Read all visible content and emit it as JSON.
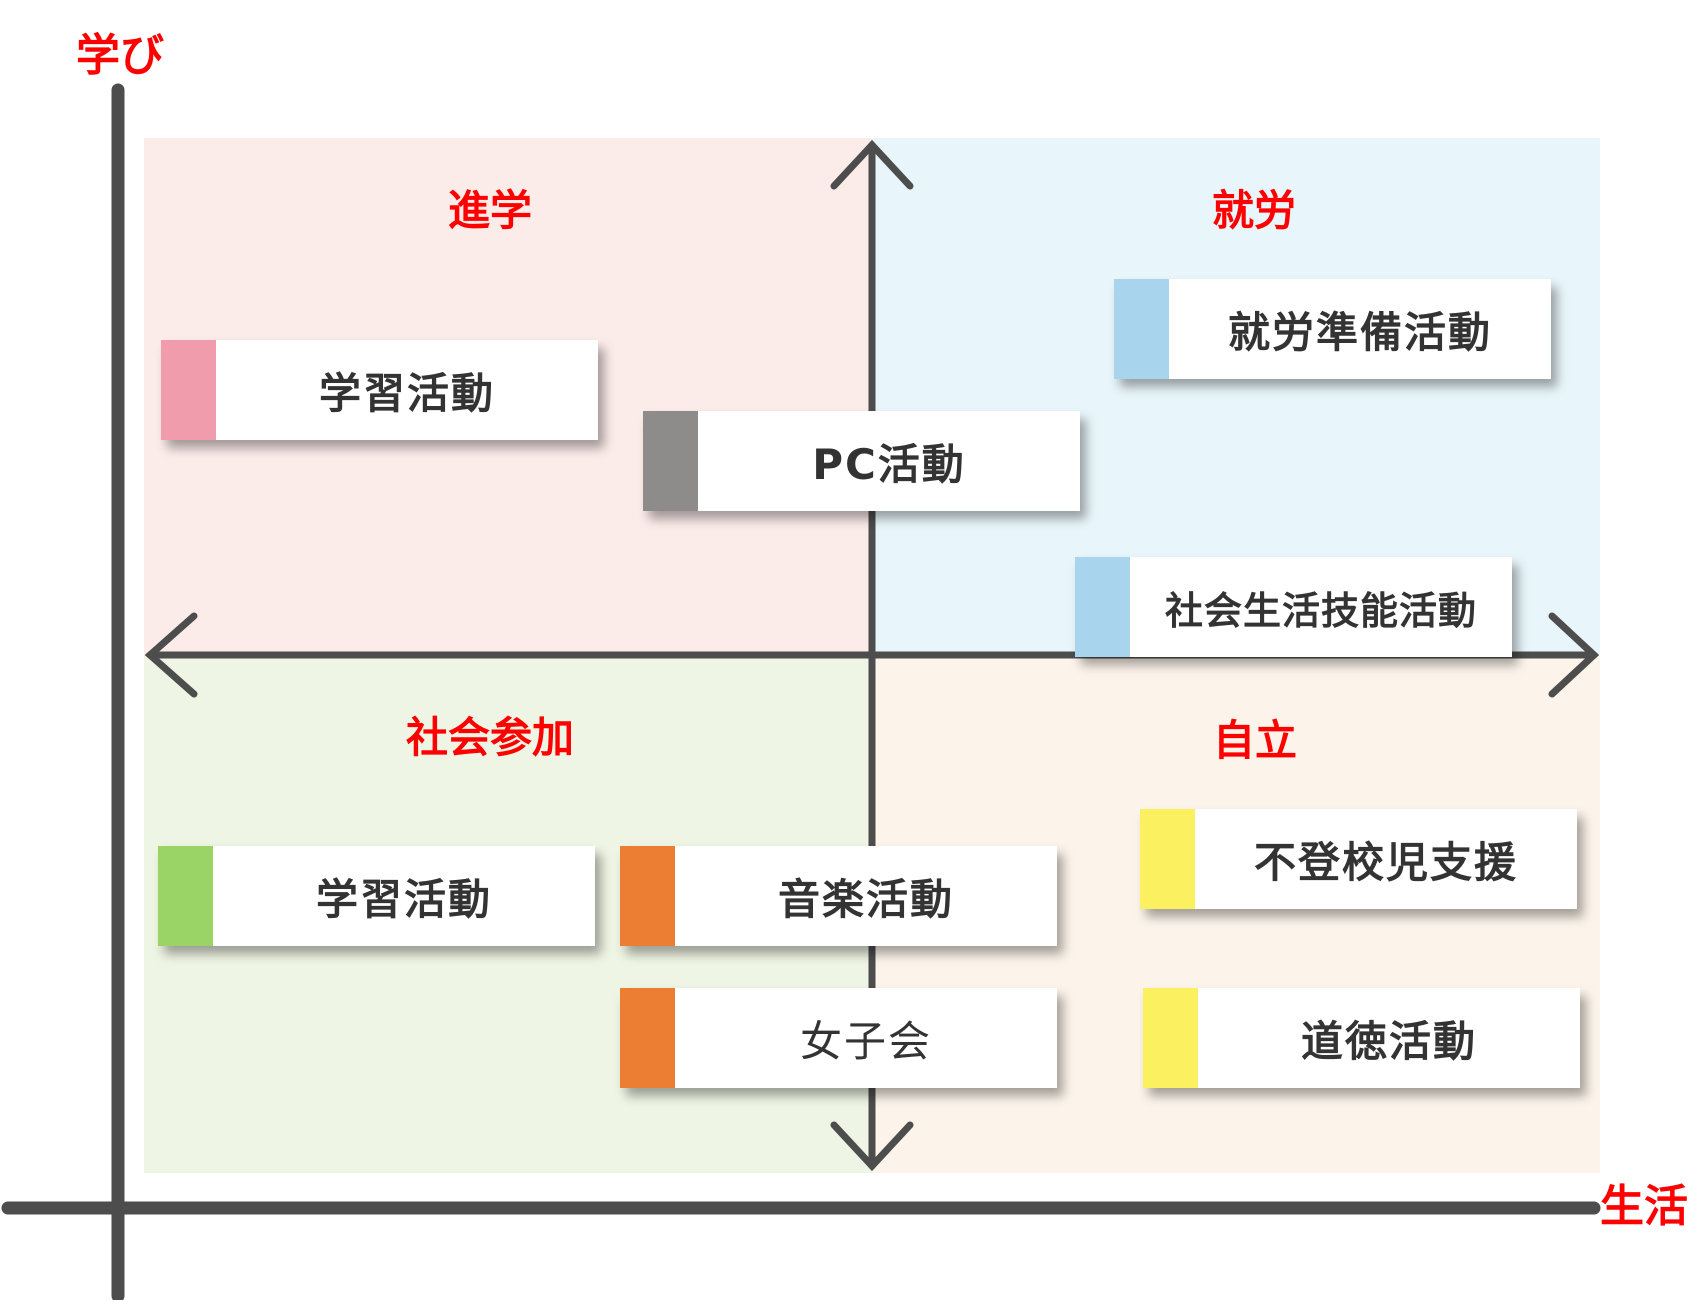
{
  "axes": {
    "y_label": "学び",
    "x_label": "生活"
  },
  "quadrants": [
    {
      "id": "top-left",
      "title": "進学",
      "color": "#fbebe9"
    },
    {
      "id": "top-right",
      "title": "就労",
      "color": "#e8f6fb"
    },
    {
      "id": "bottom-left",
      "title": "社会参加",
      "color": "#eff5e4"
    },
    {
      "id": "bottom-right",
      "title": "自立",
      "color": "#fcf4ea"
    }
  ],
  "cards": [
    {
      "label": "学習活動",
      "color": "#f19cac"
    },
    {
      "label": "PC活動",
      "color": "#8e8c8a"
    },
    {
      "label": "就労準備活動",
      "color": "#a8d4ee"
    },
    {
      "label": "社会生活技能活動",
      "color": "#a8d4ee"
    },
    {
      "label": "学習活動",
      "color": "#9ad466"
    },
    {
      "label": "音楽活動",
      "color": "#ec7e33"
    },
    {
      "label": "女子会",
      "color": "#ec7e33"
    },
    {
      "label": "不登校児支援",
      "color": "#fbf160"
    },
    {
      "label": "道徳活動",
      "color": "#fbf160"
    }
  ],
  "colors": {
    "axis": "#4d4d4d",
    "label_red": "#ff0000"
  }
}
